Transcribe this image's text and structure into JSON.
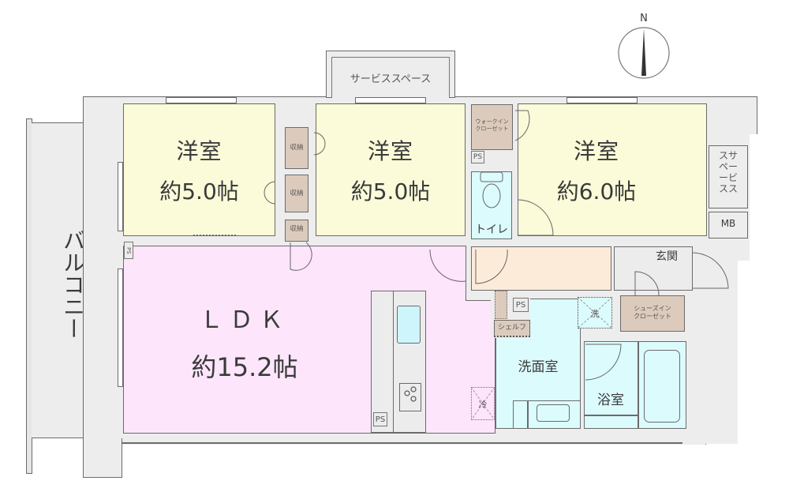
{
  "compass": {
    "label": "N"
  },
  "rooms": {
    "western_room_1": {
      "name": "洋室",
      "size": "約5.0帖"
    },
    "western_room_2": {
      "name": "洋室",
      "size": "約5.0帖"
    },
    "western_room_3": {
      "name": "洋室",
      "size": "約6.0帖"
    },
    "ldk": {
      "name": "ＬＤＫ",
      "size": "約15.2帖"
    },
    "washroom": {
      "name": "洗面室"
    },
    "bathroom": {
      "name": "浴室"
    },
    "toilet": {
      "name": "トイレ"
    },
    "entrance": {
      "name": "玄関"
    },
    "balcony": {
      "name": "バルコニー"
    }
  },
  "storage": {
    "service_space_top": "サービススペース",
    "service_space_right": [
      "スサ",
      "ペー",
      "ービ",
      "スス"
    ],
    "walk_in_closet": [
      "ウォークイン",
      "クローゼット"
    ],
    "shoes_in_closet": [
      "シューズイン",
      "クローゼット"
    ],
    "closets": [
      "収納",
      "収納",
      "収納"
    ],
    "shelf": "シェルフ",
    "meter_box": "MB"
  },
  "fixtures": {
    "pipe_space": "PS",
    "washer": "洗",
    "fridge": "冷"
  }
}
